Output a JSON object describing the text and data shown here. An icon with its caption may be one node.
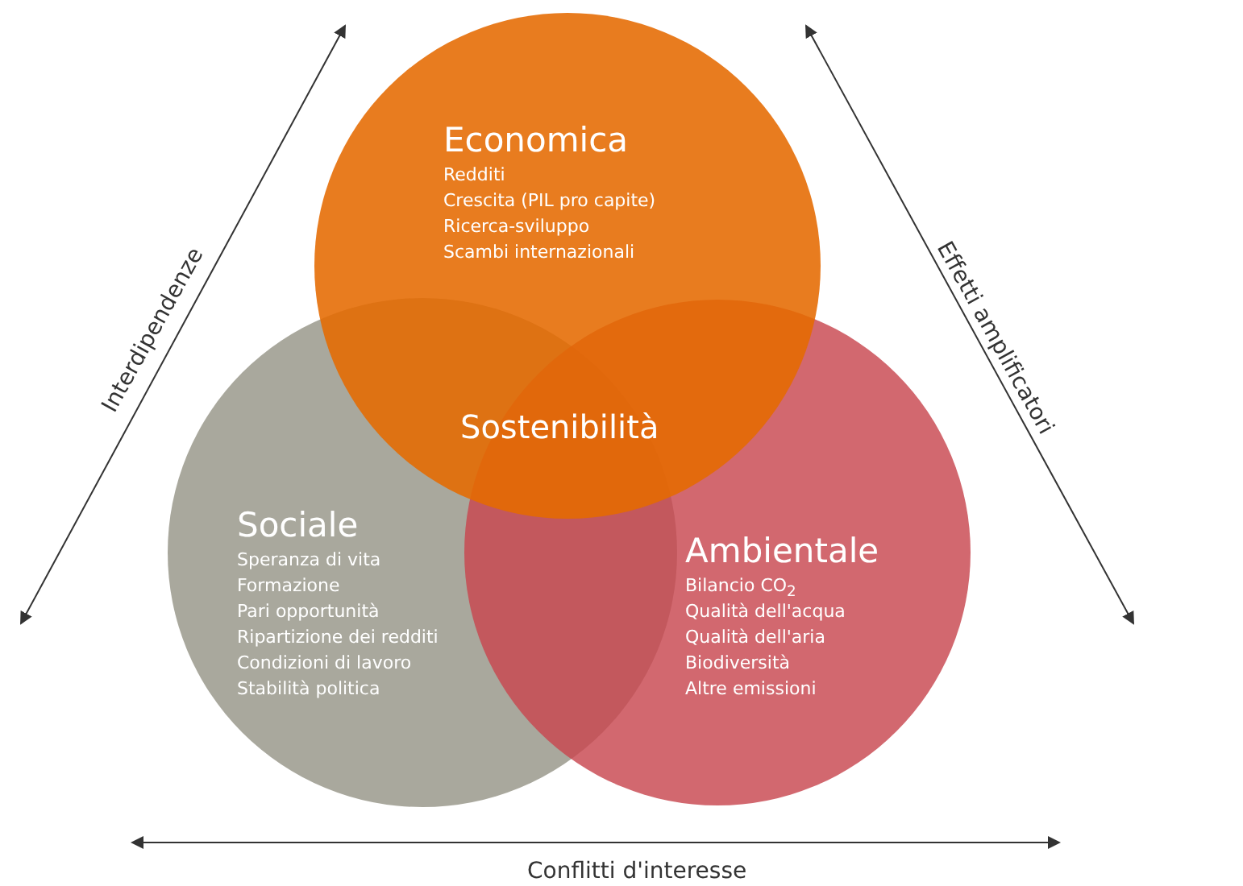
{
  "diagram": {
    "nodes": [
      {
        "text": [
          "Economica",
          "Redditi",
          "Crescita (PIL pro capite)",
          "Ricerca-sviluppo",
          "Scambi internazionali"
        ]
      },
      {
        "text": [
          "Sociale",
          "Speranza di vita",
          "Formazione",
          "Pari opportunità",
          "Ripartizione dei redditi",
          "Condizioni di lavoro",
          "Stabilità politica"
        ]
      },
      {
        "text": [
          "Ambientale",
          "Bilancio CO$_{2}$",
          "Qualità dell'acqua",
          "Qualità dell'aria",
          "Biodiversità",
          "Altre emissioni"
        ]
      }
    ],
    "labels": [
      "Interdipendenze",
      "Effetti amplificatori",
      "Sostenibilità",
      "Conflitti d'interesse"
    ]
  }
}
